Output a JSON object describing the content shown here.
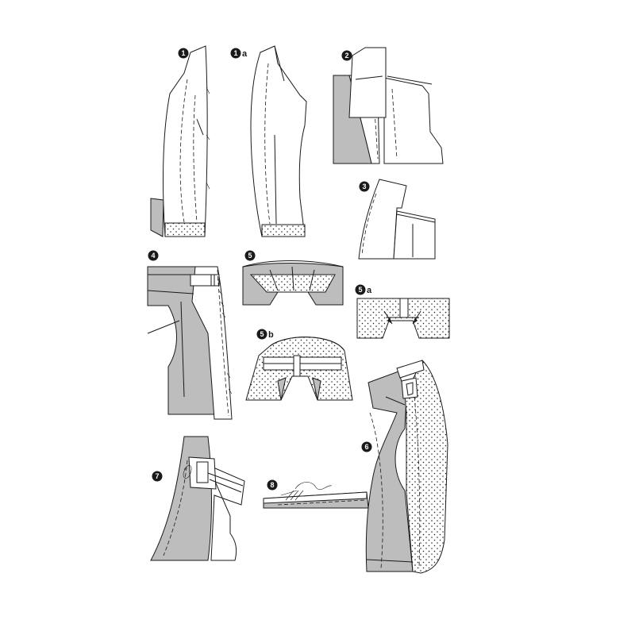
{
  "colors": {
    "ink": "#1a1a1a",
    "fabric_right_side": "#bdbdbd",
    "fabric_wrong_side": "#ffffff",
    "interfacing_dots": "#1a1a1a"
  },
  "steps": [
    {
      "num": "1",
      "suffix": ""
    },
    {
      "num": "1",
      "suffix": "a"
    },
    {
      "num": "2",
      "suffix": ""
    },
    {
      "num": "3",
      "suffix": ""
    },
    {
      "num": "4",
      "suffix": ""
    },
    {
      "num": "5",
      "suffix": ""
    },
    {
      "num": "5",
      "suffix": "a"
    },
    {
      "num": "5",
      "suffix": "b"
    },
    {
      "num": "6",
      "suffix": ""
    },
    {
      "num": "7",
      "suffix": ""
    },
    {
      "num": "8",
      "suffix": ""
    }
  ]
}
